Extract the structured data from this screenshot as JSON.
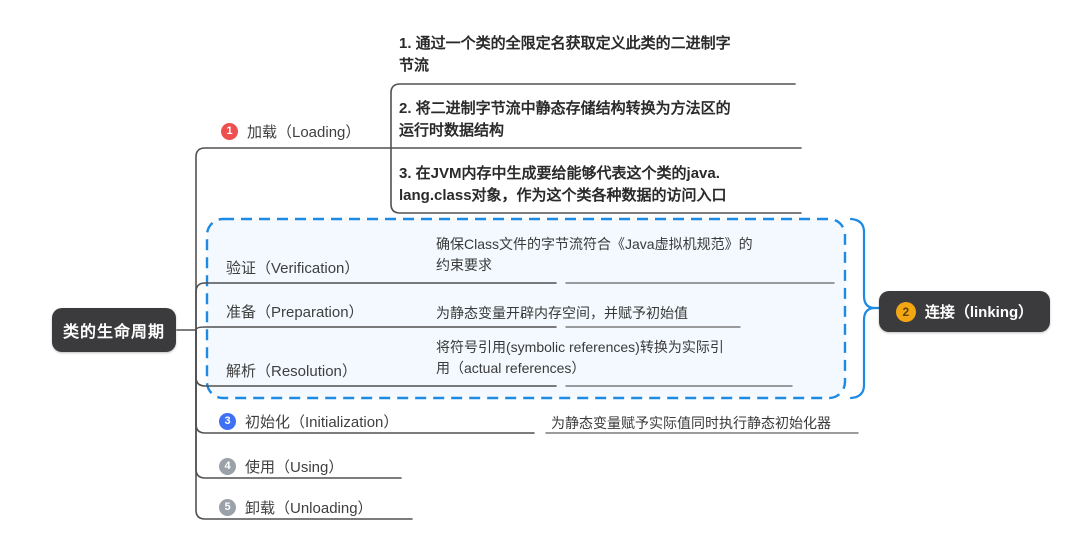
{
  "root_label": "类的生命周期",
  "loading": {
    "num": "1",
    "label": "加载（Loading）",
    "steps": [
      "1. 通过一个类的全限定名获取定义此类的二进制字\n节流",
      "2. 将二进制字节流中静态存储结构转换为方法区的\n运行时数据结构",
      "3. 在JVM内存中生成要给能够代表这个类的java.\nlang.class对象，作为这个类各种数据的访问入口"
    ]
  },
  "linking": {
    "num": "2",
    "label": "连接（linking）",
    "rows": [
      {
        "label": "验证（Verification）",
        "desc": "确保Class文件的字节流符合《Java虚拟机规范》的\n约束要求"
      },
      {
        "label": "准备（Preparation）",
        "desc": "为静态变量开辟内存空间，并赋予初始值"
      },
      {
        "label": "解析（Resolution）",
        "desc": "将符号引用(symbolic references)转换为实际引\n用（actual references）"
      }
    ]
  },
  "initialization": {
    "num": "3",
    "label": "初始化（Initialization）",
    "desc": "为静态变量赋予实际值同时执行静态初始化器"
  },
  "using": {
    "num": "4",
    "label": "使用（Using）"
  },
  "unloading": {
    "num": "5",
    "label": "卸载（Unloading）"
  },
  "colors": {
    "node_dark_bg": "#3b3b3d",
    "badge_red": "#ee4f4f",
    "badge_blue": "#3e6ff5",
    "badge_gray": "#9ba1a8",
    "badge_amber": "#f3a712",
    "boundary_blue": "#1d8ae3",
    "line_dark": "#515151"
  }
}
